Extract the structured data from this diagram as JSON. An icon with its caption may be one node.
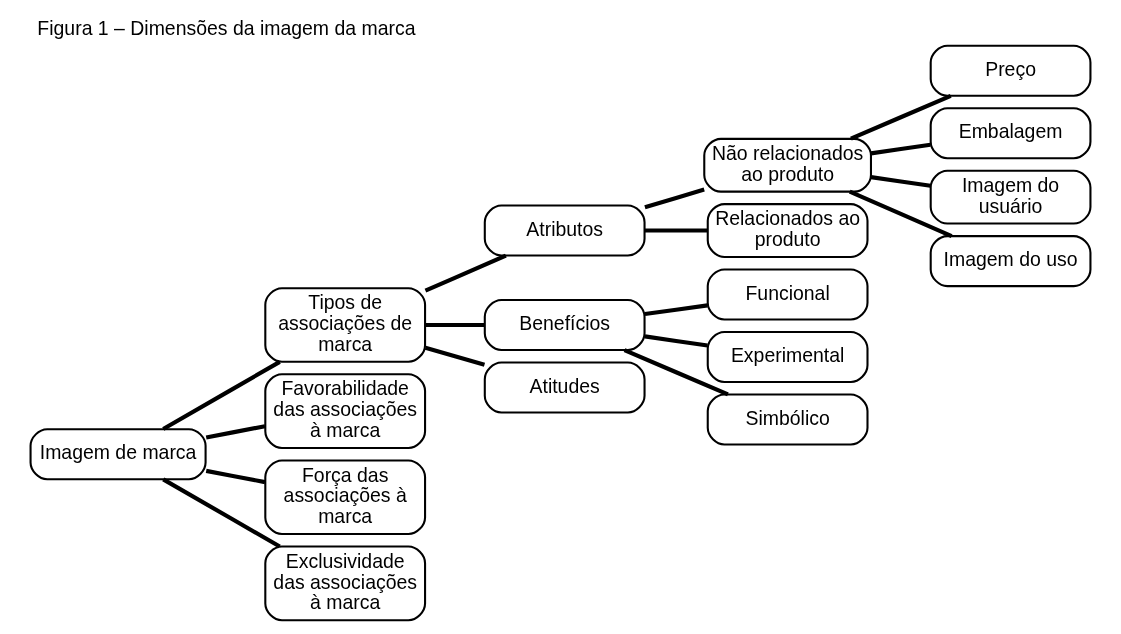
{
  "diagram": {
    "title": "Figura 1 – Dimensões da imagem da marca",
    "nodes": [
      {
        "text": [
          "Imagem de marca"
        ]
      },
      {
        "text": [
          "Tipos de associações de marca"
        ]
      },
      {
        "text": [
          "Favorabilidade das associações à marca"
        ]
      },
      {
        "text": [
          "Força das associações à marca"
        ]
      },
      {
        "text": [
          "Exclusividade das associações à marca"
        ]
      },
      {
        "text": [
          "Atributos"
        ]
      },
      {
        "text": [
          "Benefícios"
        ]
      },
      {
        "text": [
          "Atitudes"
        ]
      },
      {
        "text": [
          "Não relacionados ao produto"
        ]
      },
      {
        "text": [
          "Relacionados ao produto"
        ]
      },
      {
        "text": [
          "Funcional"
        ]
      },
      {
        "text": [
          "Experimental"
        ]
      },
      {
        "text": [
          "Simbólico"
        ]
      },
      {
        "text": [
          "Preço"
        ]
      },
      {
        "text": [
          "Embalagem"
        ]
      },
      {
        "text": [
          "Imagem do usuário"
        ]
      },
      {
        "text": [
          "Imagem do uso"
        ]
      }
    ],
    "edges": [
      {
        "from": 0,
        "to": 1,
        "arrow": "none"
      },
      {
        "from": 0,
        "to": 2,
        "arrow": "none"
      },
      {
        "from": 0,
        "to": 3,
        "arrow": "none"
      },
      {
        "from": 0,
        "to": 4,
        "arrow": "none"
      },
      {
        "from": 1,
        "to": 5,
        "arrow": "none"
      },
      {
        "from": 1,
        "to": 6,
        "arrow": "none"
      },
      {
        "from": 1,
        "to": 7,
        "arrow": "none"
      },
      {
        "from": 5,
        "to": 8,
        "arrow": "none"
      },
      {
        "from": 5,
        "to": 9,
        "arrow": "none"
      },
      {
        "from": 6,
        "to": 10,
        "arrow": "none"
      },
      {
        "from": 6,
        "to": 11,
        "arrow": "none"
      },
      {
        "from": 6,
        "to": 12,
        "arrow": "none"
      },
      {
        "from": 8,
        "to": 13,
        "arrow": "none"
      },
      {
        "from": 8,
        "to": 14,
        "arrow": "none"
      },
      {
        "from": 8,
        "to": 15,
        "arrow": "none"
      },
      {
        "from": 8,
        "to": 16,
        "arrow": "none"
      }
    ]
  }
}
